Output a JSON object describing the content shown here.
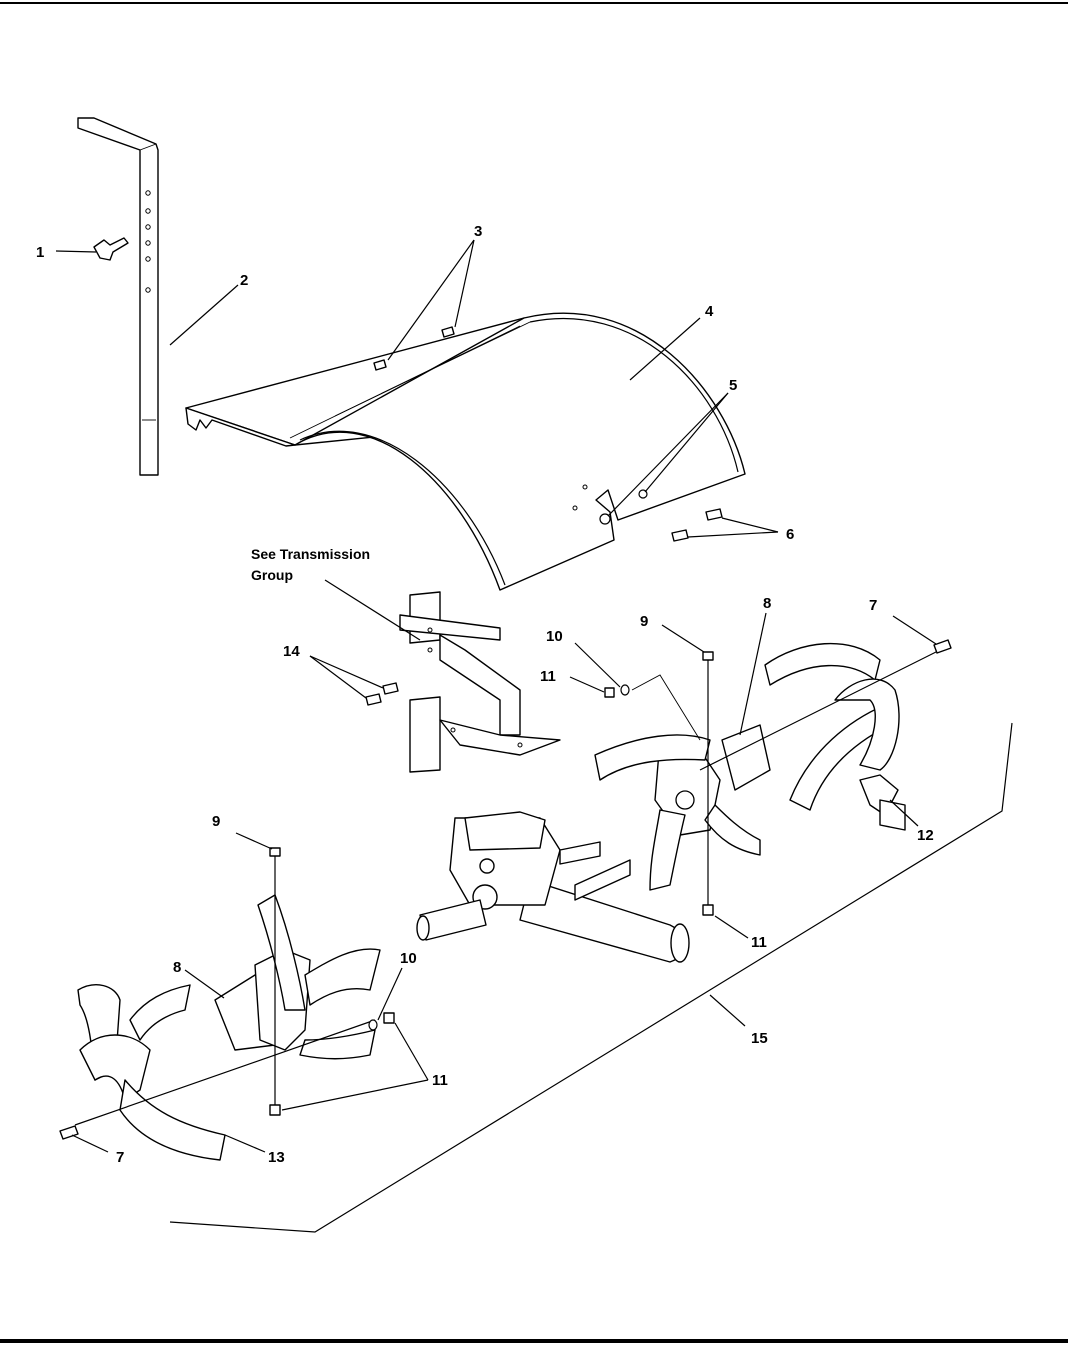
{
  "diagram": {
    "note_text_line1": "See Transmission",
    "note_text_line2": "Group",
    "callouts": {
      "c1": "1",
      "c2": "2",
      "c3": "3",
      "c4": "4",
      "c5": "5",
      "c6": "6",
      "c7a": "7",
      "c7b": "7",
      "c8a": "8",
      "c8b": "8",
      "c9a": "9",
      "c9b": "9",
      "c10a": "10",
      "c10b": "10",
      "c11a": "11",
      "c11b": "11",
      "c11c": "11",
      "c12": "12",
      "c13": "13",
      "c14": "14",
      "c15": "15"
    }
  }
}
